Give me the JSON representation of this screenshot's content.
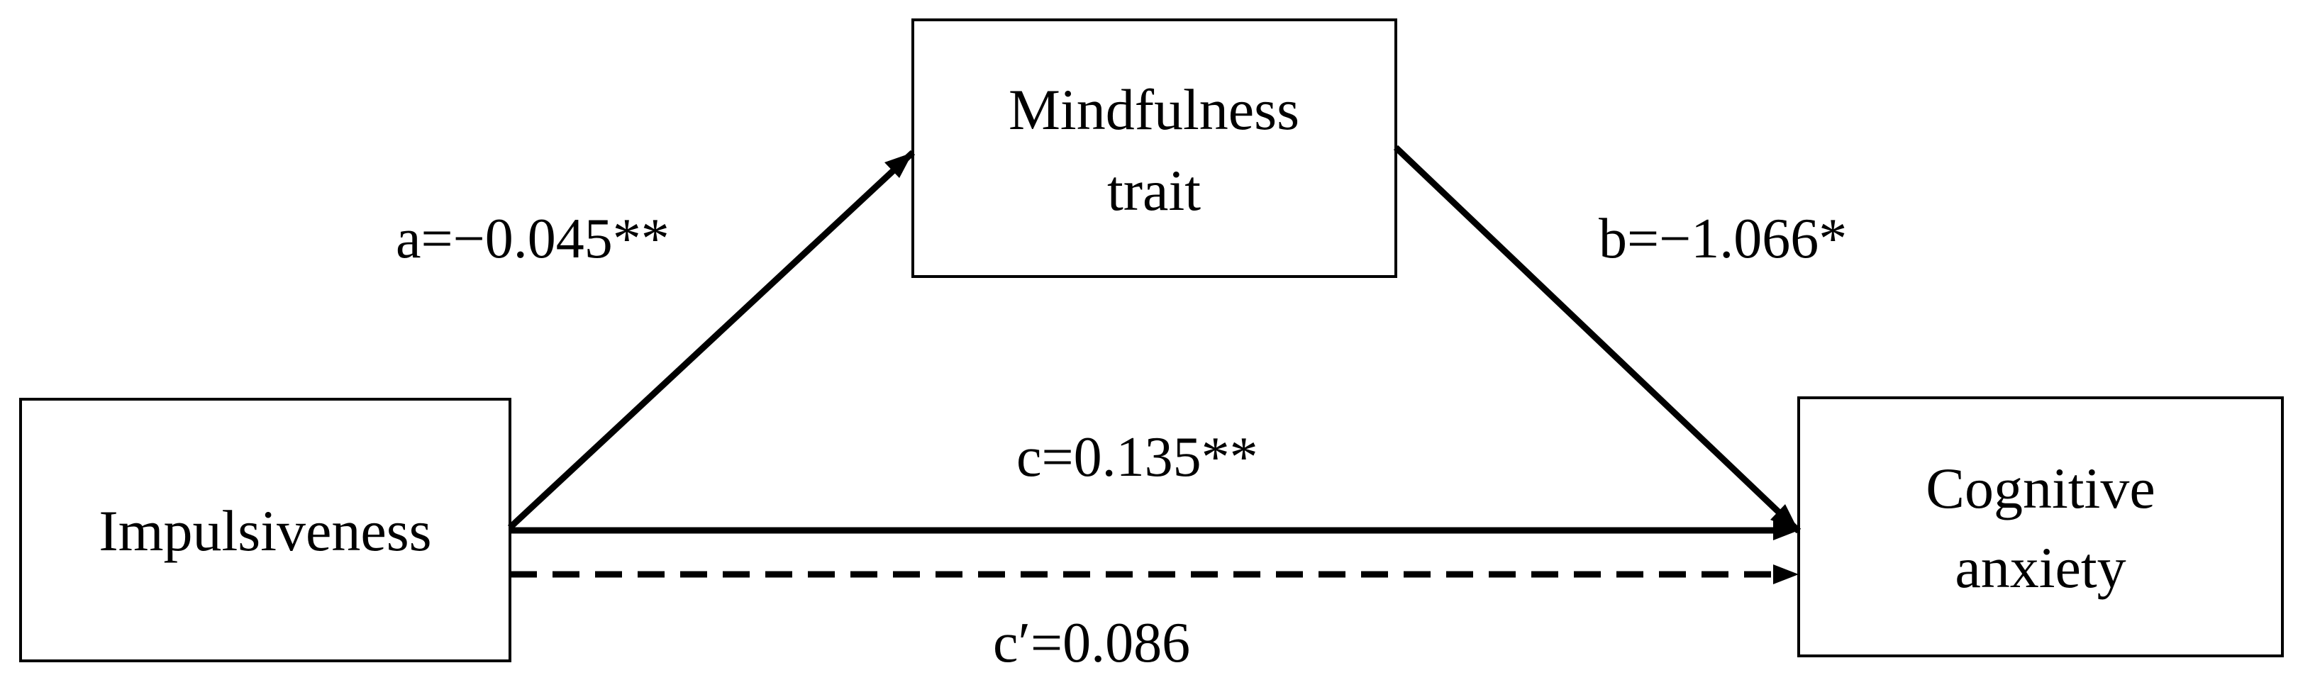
{
  "nodes": {
    "mediator": {
      "line1": "Mindfulness",
      "line2": "trait"
    },
    "predictor": {
      "label": "Impulsiveness"
    },
    "outcome": {
      "line1": "Cognitive",
      "line2": "anxiety"
    }
  },
  "paths": {
    "a": "a=−0.045**",
    "b": "b=−1.066*",
    "c": "c=0.135**",
    "c_prime": "c′=0.086"
  },
  "colors": {
    "stroke": "#000000",
    "background": "#ffffff"
  }
}
